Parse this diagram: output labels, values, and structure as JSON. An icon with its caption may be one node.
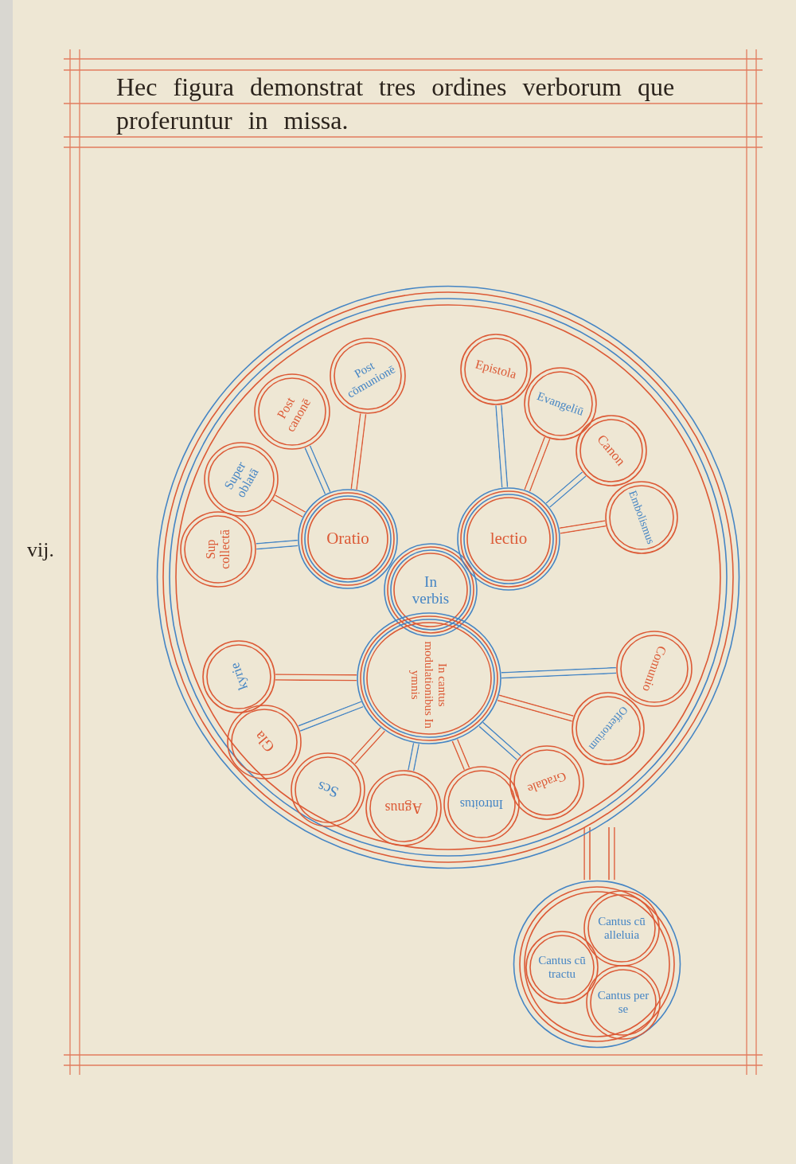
{
  "diagram": {
    "title": "Hec figura demonstrat tres ordines verborum que proferuntur in missa.",
    "nodes": [
      {
        "text": [],
        "shape": "circle"
      },
      {
        "text": [
          "In verbis"
        ],
        "in": 0
      },
      {
        "text": [
          "Oratio"
        ],
        "in": 0
      },
      {
        "text": [
          "lectio"
        ],
        "in": 0
      },
      {
        "text": [
          "In cantus modulationibus In ymnis"
        ],
        "in": 0
      },
      {
        "text": [
          "Sup collectā"
        ],
        "in": 0
      },
      {
        "text": [
          "Super oblatā"
        ],
        "in": 0
      },
      {
        "text": [
          "Post canonē"
        ],
        "in": 0
      },
      {
        "text": [
          "Post cōmunionē"
        ],
        "in": 0
      },
      {
        "text": [
          "Epistola"
        ],
        "in": 0
      },
      {
        "text": [
          "Evangeliū"
        ],
        "in": 0
      },
      {
        "text": [
          "Canon"
        ],
        "in": 0
      },
      {
        "text": [
          "Embolismus"
        ],
        "in": 0
      },
      {
        "text": [
          "Comunio"
        ],
        "in": 0
      },
      {
        "text": [
          "Offertorium"
        ],
        "in": 0
      },
      {
        "text": [
          "Gradale"
        ],
        "in": 0
      },
      {
        "text": [
          "Introitus"
        ],
        "in": 0
      },
      {
        "text": [
          "Agnus"
        ],
        "in": 0
      },
      {
        "text": [
          "Scs"
        ],
        "in": 0
      },
      {
        "text": [
          "Gla"
        ],
        "in": 0
      },
      {
        "text": [
          "kyrie"
        ],
        "in": 0
      },
      {
        "text": [],
        "shape": "circle"
      },
      {
        "text": [
          "Cantus cū alleluia"
        ],
        "in": 21
      },
      {
        "text": [
          "Cantus cū tractu"
        ],
        "in": 21
      },
      {
        "text": [
          "Cantus per se"
        ],
        "in": 21
      }
    ],
    "edges": [
      {
        "from": 2,
        "to": 5,
        "arrow": "none",
        "color": "#4585c4"
      },
      {
        "from": 2,
        "to": 6,
        "arrow": "none"
      },
      {
        "from": 2,
        "to": 7,
        "arrow": "none",
        "color": "#4585c4"
      },
      {
        "from": 2,
        "to": 8,
        "arrow": "none"
      },
      {
        "from": 3,
        "to": 9,
        "arrow": "none",
        "color": "#4585c4"
      },
      {
        "from": 3,
        "to": 10,
        "arrow": "none"
      },
      {
        "from": 3,
        "to": 11,
        "arrow": "none",
        "color": "#4585c4"
      },
      {
        "from": 3,
        "to": 12,
        "arrow": "none"
      },
      {
        "from": 4,
        "to": 13,
        "arrow": "none",
        "color": "#4585c4"
      },
      {
        "from": 4,
        "to": 14,
        "arrow": "none"
      },
      {
        "from": 4,
        "to": 15,
        "arrow": "none",
        "color": "#4585c4"
      },
      {
        "from": 4,
        "to": 16,
        "arrow": "none"
      },
      {
        "from": 4,
        "to": 17,
        "arrow": "none",
        "color": "#4585c4"
      },
      {
        "from": 4,
        "to": 18,
        "arrow": "none"
      },
      {
        "from": 4,
        "to": 19,
        "arrow": "none",
        "color": "#4585c4"
      },
      {
        "from": 4,
        "to": 20,
        "arrow": "none"
      },
      {
        "from": 0,
        "to": 21,
        "arrow": "none",
        "style": "thick"
      }
    ],
    "labels": [
      "vij."
    ]
  }
}
